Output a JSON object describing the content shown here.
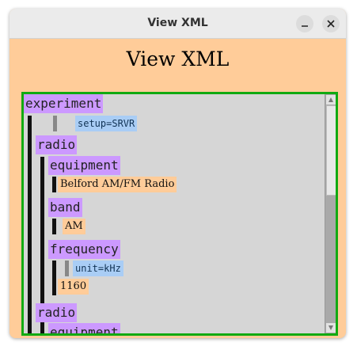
{
  "window": {
    "title": "View XML"
  },
  "heading": "View XML",
  "tree": {
    "root": "experiment",
    "root_attr": "setup=SRVR",
    "radio1": {
      "label": "radio",
      "equipment": {
        "label": "equipment",
        "text": "Belford AM/FM Radio"
      },
      "band": {
        "label": "band",
        "text": "AM"
      },
      "frequency": {
        "label": "frequency",
        "attr": "unit=kHz",
        "text": "1160"
      }
    },
    "radio2": {
      "label": "radio",
      "equipment": {
        "label": "equipment"
      }
    }
  },
  "colors": {
    "element_bg": "#cc99ff",
    "attribute_bg": "#a9cdf5",
    "text_bg": "#ffcc99",
    "frame_border": "#11aa11",
    "tree_bg": "#d6d6d6"
  }
}
